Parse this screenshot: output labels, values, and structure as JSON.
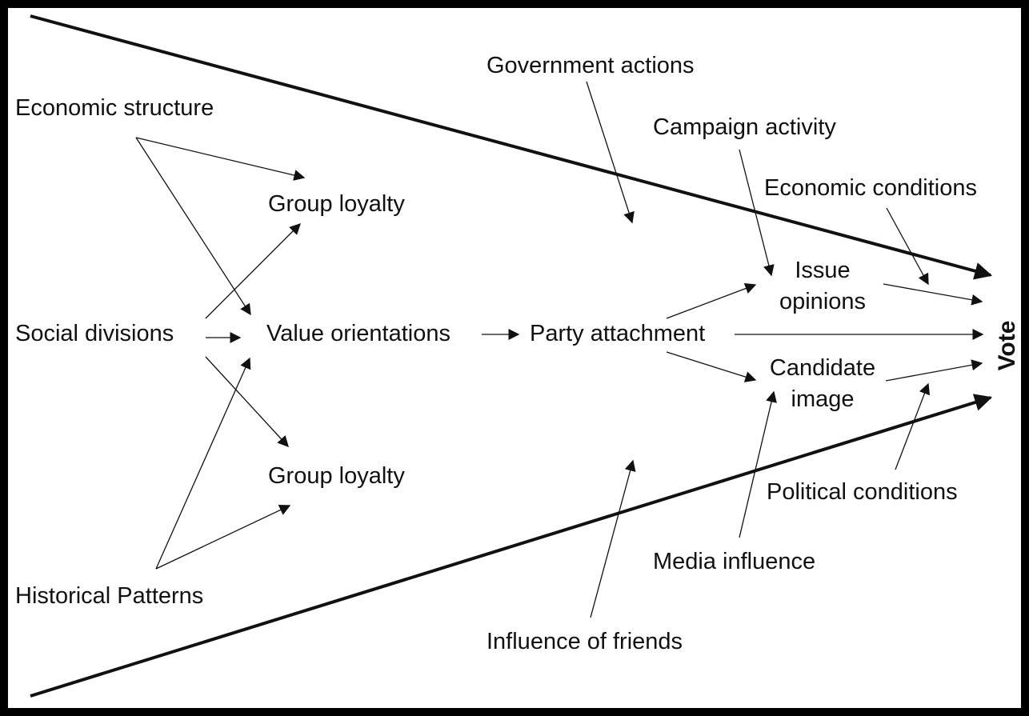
{
  "colors": {
    "frame": "#000000",
    "background": "#ffffff",
    "ink": "#111111"
  },
  "diagram": {
    "nodes": {
      "economic_structure": "Economic structure",
      "group_loyalty_top": "Group loyalty",
      "social_divisions": "Social divisions",
      "value_orientations": "Value orientations",
      "party_attachment": "Party attachment",
      "group_loyalty_bottom": "Group loyalty",
      "historical_patterns": "Historical Patterns",
      "government_actions": "Government actions",
      "campaign_activity": "Campaign activity",
      "economic_conditions": "Economic conditions",
      "issue_opinions_line1": "Issue",
      "issue_opinions_line2": "opinions",
      "candidate_image_line1": "Candidate",
      "candidate_image_line2": "image",
      "political_conditions": "Political conditions",
      "media_influence": "Media influence",
      "influence_of_friends": "Influence of friends",
      "vote": "Vote"
    },
    "edges": [
      {
        "from": "Economic structure",
        "to": "Group loyalty (top)"
      },
      {
        "from": "Economic structure",
        "to": "Value orientations"
      },
      {
        "from": "Social divisions",
        "to": "Group loyalty (top)"
      },
      {
        "from": "Social divisions",
        "to": "Value orientations"
      },
      {
        "from": "Social divisions",
        "to": "Group loyalty (bottom)"
      },
      {
        "from": "Historical Patterns",
        "to": "Value orientations"
      },
      {
        "from": "Historical Patterns",
        "to": "Group loyalty (bottom)"
      },
      {
        "from": "Value orientations",
        "to": "Party attachment"
      },
      {
        "from": "Party attachment",
        "to": "Issue opinions"
      },
      {
        "from": "Party attachment",
        "to": "Vote"
      },
      {
        "from": "Party attachment",
        "to": "Candidate image"
      },
      {
        "from": "Issue opinions",
        "to": "Vote"
      },
      {
        "from": "Candidate image",
        "to": "Vote"
      },
      {
        "from": "Government actions",
        "to": "funnel interior"
      },
      {
        "from": "Campaign activity",
        "to": "Issue opinions"
      },
      {
        "from": "Economic conditions",
        "to": "Issue opinions"
      },
      {
        "from": "Political conditions",
        "to": "Candidate image"
      },
      {
        "from": "Media influence",
        "to": "Candidate image"
      },
      {
        "from": "Influence of friends",
        "to": "funnel interior"
      }
    ]
  }
}
